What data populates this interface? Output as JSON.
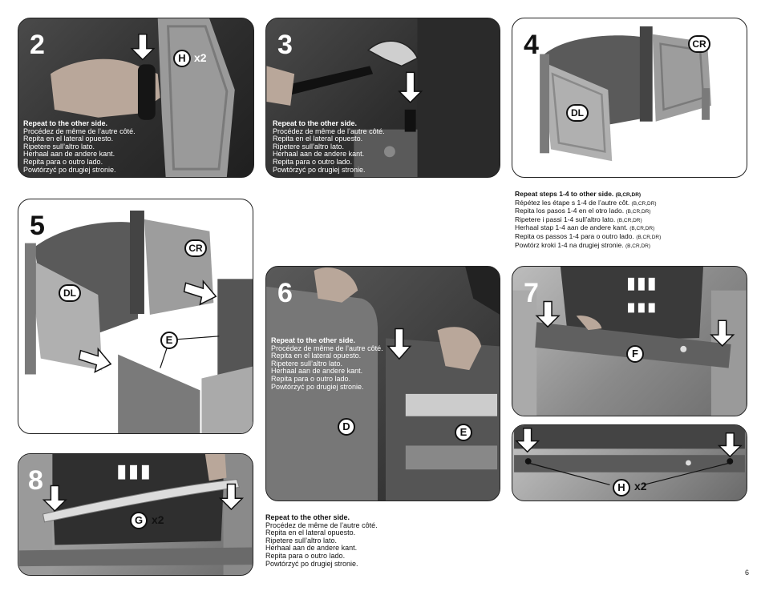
{
  "instructions_multilingual": [
    "Repeat to the other side.",
    "Procédez de même de l’autre côté.",
    "Repita en el lateral opuesto.",
    "Ripetere sull’altro lato.",
    "Herhaal aan de andere kant.",
    "Repita para o outro lado.",
    "Powtórzyć po drugiej stronie."
  ],
  "repeat_steps": {
    "lines": [
      "Repeat steps 1-4 to other side.",
      "Répétez les étape s 1-4  de l’autre côt.",
      "Repita los pasos 1-4 en el otro lado.",
      "Ripetere i passi 1-4  sull’altro lato.",
      "Herhaal stap 1-4  aan de andere kant.",
      "Repita os passos 1-4  para o outro lado.",
      "Powtórz kroki 1-4 na drugiej stronie."
    ],
    "codes": "(B,CR,DR)"
  },
  "steps": {
    "s2": {
      "number": "2",
      "part": "H",
      "qty": "x2"
    },
    "s3": {
      "number": "3"
    },
    "s4": {
      "number": "4",
      "part_a": "CR",
      "part_b": "DL"
    },
    "s5": {
      "number": "5",
      "part_a": "CR",
      "part_b": "DL",
      "part_c": "E"
    },
    "s6": {
      "number": "6",
      "part_a": "D",
      "part_b": "E"
    },
    "s7": {
      "number": "7",
      "part": "F"
    },
    "s7b": {
      "part": "H",
      "qty": "x2"
    },
    "s8": {
      "number": "8",
      "part": "G",
      "qty": "x2"
    }
  },
  "page_number": "6"
}
